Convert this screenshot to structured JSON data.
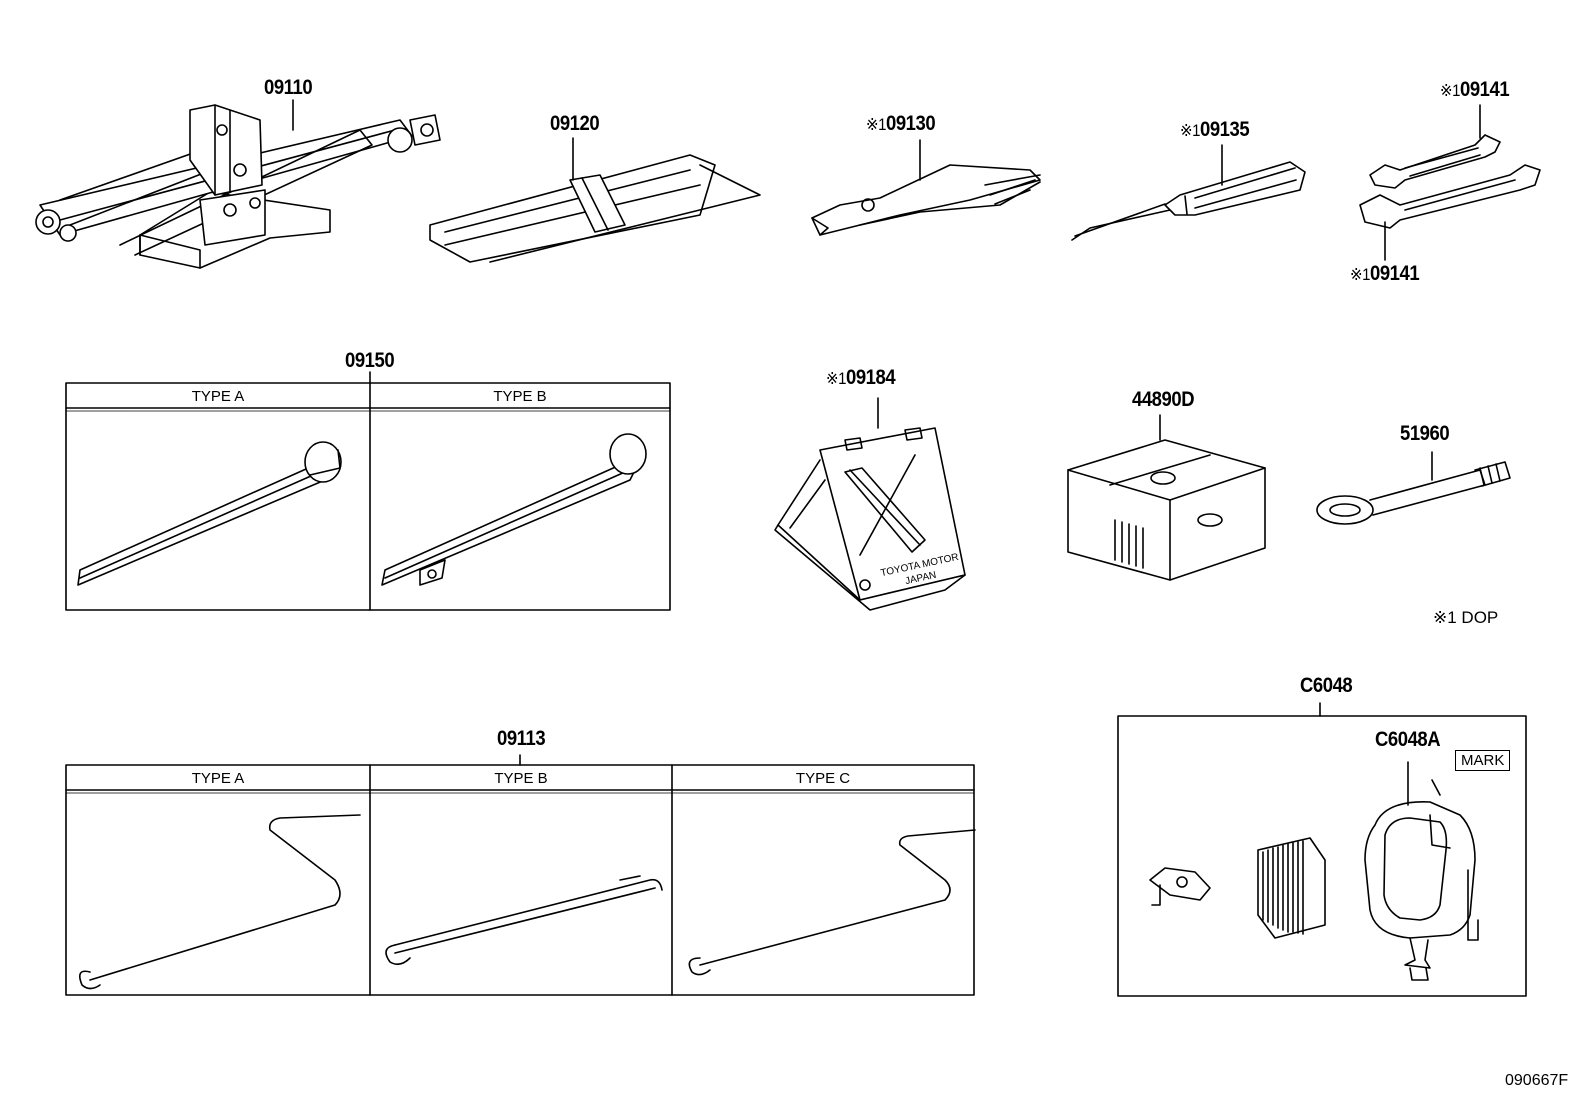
{
  "parts": {
    "p09110": "09110",
    "p09120": "09120",
    "p09130": "09130",
    "p09135": "09135",
    "p09141_top": "09141",
    "p09141_bottom": "09141",
    "p09150": "09150",
    "p09184": "09184",
    "p44890D": "44890D",
    "p51960": "51960",
    "p09113": "09113",
    "pC6048": "C6048",
    "pC6048A": "C6048A"
  },
  "markers": {
    "dop": "※1"
  },
  "table_09150": {
    "type_a": "TYPE A",
    "type_b": "TYPE B"
  },
  "table_09113": {
    "type_a": "TYPE A",
    "type_b": "TYPE B",
    "type_c": "TYPE C"
  },
  "plate_text": {
    "line1": "TOYOTA MOTOR",
    "line2": "JAPAN"
  },
  "mark_label": "MARK",
  "legend": {
    "note": "※1 DOP"
  },
  "diagram_code": "090667F"
}
